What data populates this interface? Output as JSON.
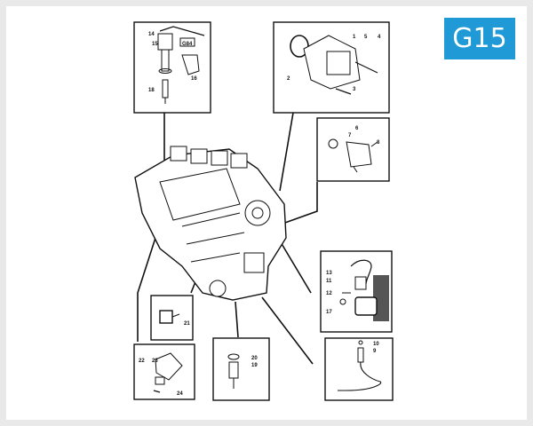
{
  "page_code": "G15",
  "colors": {
    "badge": "#1f9ad6",
    "line": "#111111",
    "frame": "#e9e9e9"
  },
  "callouts": {
    "c1": "1",
    "c2": "2",
    "c3": "3",
    "c4": "4",
    "c5": "5",
    "c6": "6",
    "c7": "7",
    "c8": "8",
    "c9": "9",
    "c10": "10",
    "c11": "11",
    "c12": "12",
    "c13": "13",
    "c14": "14",
    "c15": "15",
    "c16": "16",
    "c17": "17",
    "c18": "18",
    "c19": "19",
    "c20": "20",
    "c21": "21",
    "c22": "22",
    "c23": "23",
    "c24": "24",
    "g84": "G84"
  }
}
